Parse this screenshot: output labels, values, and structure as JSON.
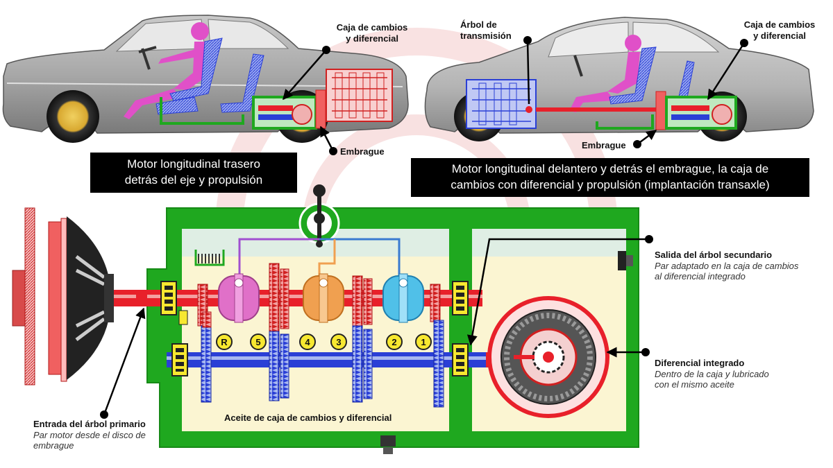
{
  "top_left": {
    "gearbox_label": "Caja de cambios y diferencial",
    "gearbox_label_l1": "Caja de cambios",
    "gearbox_label_l2": "y diferencial",
    "clutch_label": "Embrague",
    "caption_l1": "Motor longitudinal trasero",
    "caption_l2": "detrás del eje y propulsión"
  },
  "top_right": {
    "shaft_label_l1": "Árbol de",
    "shaft_label_l2": "transmisión",
    "gearbox_label_l1": "Caja de cambios",
    "gearbox_label_l2": "y diferencial",
    "clutch_label": "Embrague",
    "caption_l1": "Motor longitudinal delantero y detrás el embrague, la caja de",
    "caption_l2": "cambios con diferencial y propulsión (implantación transaxle)"
  },
  "gearbox": {
    "gear_labels": [
      "R",
      "5",
      "4",
      "3",
      "2",
      "1"
    ],
    "oil_label": "Aceite de caja de cambios y diferencial"
  },
  "callouts": {
    "input": {
      "title": "Entrada del árbol primario",
      "desc_l1": "Par motor desde el disco de",
      "desc_l2": "embrague"
    },
    "output": {
      "title": "Salida del árbol secundario",
      "desc_l1": "Par adaptado en la caja de cambios",
      "desc_l2": "al diferencial integrado"
    },
    "diff": {
      "title": "Diferencial integrado",
      "desc_l1": "Dentro de la caja y lubricado",
      "desc_l2": "con el mismo aceite"
    }
  },
  "colors": {
    "case_green": "#1fa81f",
    "shaft_red": "#e8202a",
    "shaft_blue": "#2a3fd6",
    "oil_yellow": "#fbf5d2",
    "gear_yellow": "#f7e830",
    "sleeve_pink": "#e070c8",
    "sleeve_orange": "#f0a050",
    "sleeve_cyan": "#50c0e8"
  }
}
